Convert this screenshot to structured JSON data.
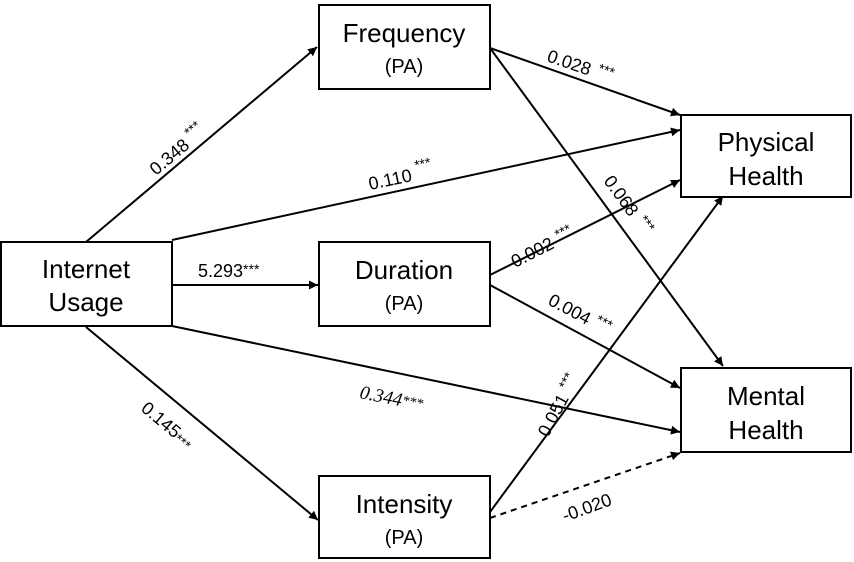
{
  "nodes": {
    "internet_usage": {
      "line1": "Internet",
      "line2": "Usage"
    },
    "frequency": {
      "line1": "Frequency",
      "line2": "(PA)"
    },
    "duration": {
      "line1": "Duration",
      "line2": "(PA)"
    },
    "intensity": {
      "line1": "Intensity",
      "line2": "(PA)"
    },
    "physical_health": {
      "line1": "Physical",
      "line2": "Health"
    },
    "mental_health": {
      "line1": "Mental",
      "line2": "Health"
    }
  },
  "edges": {
    "iu_to_frequency": {
      "coef": "0.348",
      "sig": "***"
    },
    "iu_to_physical": {
      "coef": "0.110",
      "sig": "***"
    },
    "iu_to_duration": {
      "coef": "5.293",
      "sig": "***"
    },
    "iu_to_mental": {
      "coef": "0.344",
      "sig": "***"
    },
    "iu_to_intensity": {
      "coef": "0.145",
      "sig": "***"
    },
    "frequency_to_physical": {
      "coef": "0.028",
      "sig": "***"
    },
    "frequency_to_mental": {
      "coef": "0.068",
      "sig": "***"
    },
    "duration_to_physical": {
      "coef": "0.002",
      "sig": "***"
    },
    "duration_to_mental": {
      "coef": "0.004",
      "sig": "***"
    },
    "intensity_to_physical": {
      "coef": "0.051",
      "sig": "***"
    },
    "intensity_to_mental": {
      "coef": "-0.020",
      "sig": ""
    }
  }
}
